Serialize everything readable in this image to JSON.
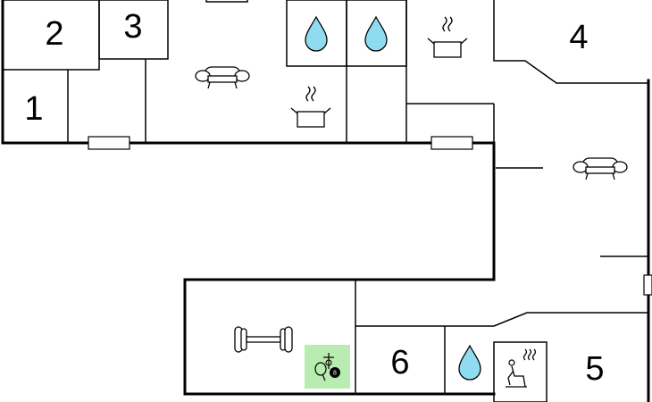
{
  "floorplan": {
    "rooms": [
      {
        "number": "1"
      },
      {
        "number": "2"
      },
      {
        "number": "3"
      },
      {
        "number": "4"
      },
      {
        "number": "5"
      },
      {
        "number": "6"
      }
    ],
    "icons": {
      "sofa": "sofa-icon",
      "kettle": "cooking-pot-icon",
      "water": "water-drop-icon",
      "gym": "dumbbell-icon",
      "games": "table-tennis-billiard-icon",
      "sauna": "sauna-icon"
    },
    "colors": {
      "games_highlight": "#b9ecb0"
    }
  }
}
